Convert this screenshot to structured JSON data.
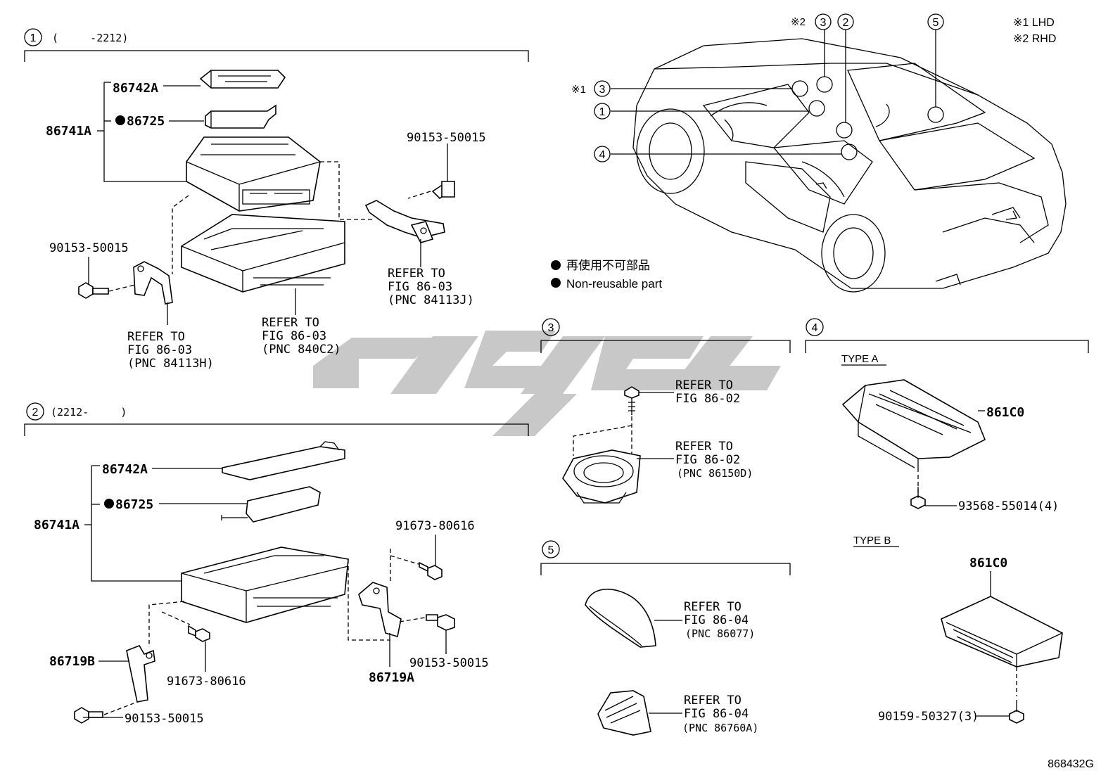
{
  "diagram_code": "868432G",
  "legend": {
    "note1": "※1 LHD",
    "note2": "※2 RHD",
    "bullet_jp": "再使用不可部品",
    "bullet_en": "Non-reusable part"
  },
  "group1": {
    "number": "1",
    "range": "(     -2212)",
    "parts": {
      "cover": "86742A",
      "battery": "86725",
      "unit": "86741A",
      "bolt_right": "90153-50015",
      "bolt_left": "90153-50015"
    },
    "refs": {
      "right_bracket": [
        "REFER TO",
        "FIG 86-03",
        "(PNC 84113J)"
      ],
      "left_bracket": [
        "REFER TO",
        "FIG 86-03",
        "(PNC 84113H)"
      ],
      "tray": [
        "REFER TO",
        "FIG 86-03",
        "(PNC 840C2)"
      ]
    }
  },
  "group2": {
    "number": "2",
    "range": "(2212-     )",
    "parts": {
      "cover": "86742A",
      "battery": "86725",
      "unit": "86741A",
      "screw_top": "91673-80616",
      "screw_mid": "91673-80616",
      "bolt_right": "90153-50015",
      "bolt_bottom": "90153-50015",
      "bracket_left": "86719B",
      "bracket_right": "86719A"
    }
  },
  "group3": {
    "number": "3",
    "refs": {
      "screw": [
        "REFER TO",
        "FIG 86-02"
      ],
      "speaker": [
        "REFER TO",
        "FIG 86-02",
        "(PNC 86150D)"
      ]
    }
  },
  "group4": {
    "number": "4",
    "type_a": {
      "label": "TYPE A",
      "part": "861C0",
      "screw": "93568-55014(4)"
    },
    "type_b": {
      "label": "TYPE B",
      "part": "861C0",
      "screw": "90159-50327(3)"
    }
  },
  "group5": {
    "number": "5",
    "refs": {
      "antenna_top": [
        "REFER TO",
        "FIG 86-04",
        "(PNC 86077)"
      ],
      "antenna_bottom": [
        "REFER TO",
        "FIG 86-04",
        "(PNC 86760A)"
      ]
    }
  },
  "car_callouts": {
    "c3_rhd_mark": "※2",
    "c3_lhd_mark": "※1",
    "n1": "1",
    "n2": "2",
    "n3a": "3",
    "n3b": "3",
    "n4": "4",
    "n5": "5"
  },
  "colors": {
    "line": "#000000",
    "watermark": "#c8c8c8"
  }
}
